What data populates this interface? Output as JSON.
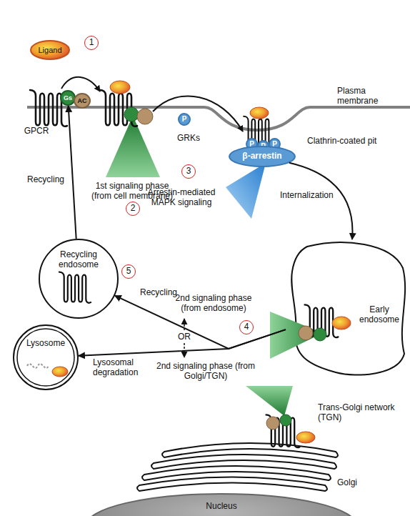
{
  "diagram": {
    "nodes": [
      {
        "text": [
          "Ligand"
        ]
      },
      {
        "text": [
          "Gs"
        ]
      },
      {
        "text": [
          "AC"
        ]
      },
      {
        "text": [
          "P"
        ]
      },
      {
        "text": [
          "P"
        ]
      },
      {
        "text": [
          "P"
        ]
      },
      {
        "text": [
          "P"
        ]
      },
      {
        "text": [
          "β-arrestin"
        ]
      },
      {
        "text": [
          "Early endosome"
        ]
      },
      {
        "text": [
          "Recycling endosome"
        ]
      },
      {
        "text": [
          "Lysosome"
        ]
      },
      {
        "text": [
          "Nucleus"
        ]
      }
    ],
    "edges": [
      {
        "from": 8,
        "to": 9,
        "label": "Recycling",
        "arrow": "to"
      },
      {
        "from": 8,
        "to": 10,
        "label": "Lysosomal degradation",
        "arrow": "to"
      },
      {
        "from": 9,
        "to": 1,
        "label": "Recycling",
        "arrow": "to"
      },
      {
        "from": 7,
        "to": 8,
        "label": "Internalization",
        "arrow": "to"
      }
    ],
    "labels": [
      "1",
      "2",
      "3",
      "4",
      "5",
      "Plasma membrane",
      "GPCR",
      "1st signaling phase (from cell membrane)",
      "GRKs",
      "Clathrin-coated pit",
      "Arrestin-mediated MAPK signaling",
      "2nd signaling phase (from endosome)",
      "OR",
      "2nd signaling phase (from Golgi/TGN)",
      "Trans-Golgi network (TGN)",
      "Golgi"
    ]
  }
}
